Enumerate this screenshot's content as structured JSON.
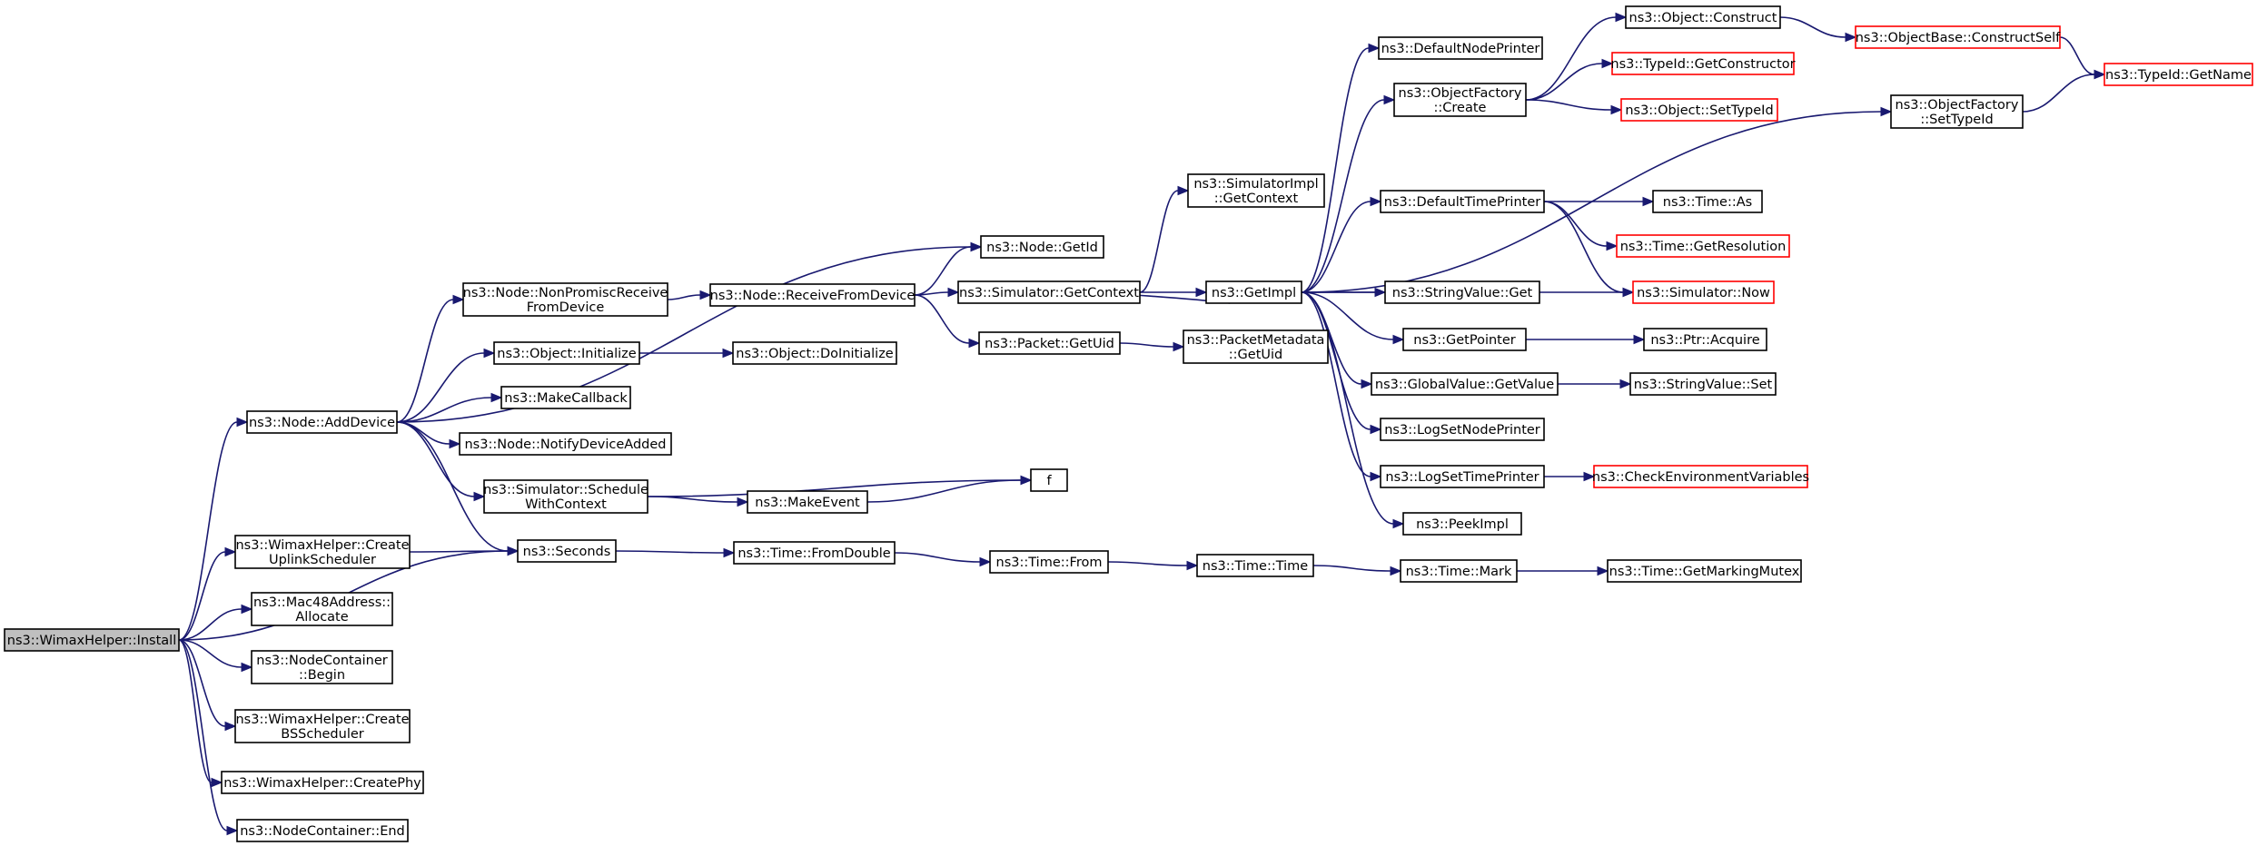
{
  "colors": {
    "edge": "#191970",
    "node_border": "#000000",
    "truncated_border": "#ff0000",
    "focus_fill": "#bfbfbf",
    "node_fill": "#ffffff"
  },
  "nodes": [
    {
      "id": "install",
      "lines": [
        "ns3::WimaxHelper::Install"
      ],
      "focus": true
    },
    {
      "id": "adddevice",
      "lines": [
        "ns3::Node::AddDevice"
      ]
    },
    {
      "id": "createuplink",
      "lines": [
        "ns3::WimaxHelper::Create",
        "UplinkScheduler"
      ]
    },
    {
      "id": "mac48",
      "lines": [
        "ns3::Mac48Address::",
        "Allocate"
      ]
    },
    {
      "id": "ncbegin",
      "lines": [
        "ns3::NodeContainer",
        "::Begin"
      ]
    },
    {
      "id": "createbs",
      "lines": [
        "ns3::WimaxHelper::Create",
        "BSScheduler"
      ]
    },
    {
      "id": "createphy",
      "lines": [
        "ns3::WimaxHelper::CreatePhy"
      ]
    },
    {
      "id": "ncend",
      "lines": [
        "ns3::NodeContainer::End"
      ]
    },
    {
      "id": "seconds",
      "lines": [
        "ns3::Seconds"
      ]
    },
    {
      "id": "nonpromisc",
      "lines": [
        "ns3::Node::NonPromiscReceive",
        "FromDevice"
      ]
    },
    {
      "id": "objinit",
      "lines": [
        "ns3::Object::Initialize"
      ]
    },
    {
      "id": "makecallback",
      "lines": [
        "ns3::MakeCallback"
      ]
    },
    {
      "id": "notifydev",
      "lines": [
        "ns3::Node::NotifyDeviceAdded"
      ]
    },
    {
      "id": "schedctx",
      "lines": [
        "ns3::Simulator::Schedule",
        "WithContext"
      ]
    },
    {
      "id": "getid",
      "lines": [
        "ns3::Node::GetId"
      ]
    },
    {
      "id": "recvfromdev",
      "lines": [
        "ns3::Node::ReceiveFromDevice"
      ]
    },
    {
      "id": "doinit",
      "lines": [
        "ns3::Object::DoInitialize"
      ]
    },
    {
      "id": "makeevent",
      "lines": [
        "ns3::MakeEvent"
      ]
    },
    {
      "id": "f",
      "lines": [
        "f"
      ]
    },
    {
      "id": "fromdouble",
      "lines": [
        "ns3::Time::FromDouble"
      ]
    },
    {
      "id": "simgetctx",
      "lines": [
        "ns3::Simulator::GetContext"
      ]
    },
    {
      "id": "pktgetuid",
      "lines": [
        "ns3::Packet::GetUid"
      ]
    },
    {
      "id": "simimplgetctx",
      "lines": [
        "ns3::SimulatorImpl",
        "::GetContext"
      ]
    },
    {
      "id": "pktmetagetuid",
      "lines": [
        "ns3::PacketMetadata",
        "::GetUid"
      ]
    },
    {
      "id": "getimpl",
      "lines": [
        "ns3::GetImpl"
      ]
    },
    {
      "id": "timefrom",
      "lines": [
        "ns3::Time::From"
      ]
    },
    {
      "id": "timetime",
      "lines": [
        "ns3::Time::Time"
      ]
    },
    {
      "id": "timemark",
      "lines": [
        "ns3::Time::Mark"
      ]
    },
    {
      "id": "markingmutex",
      "lines": [
        "ns3::Time::GetMarkingMutex"
      ]
    },
    {
      "id": "defnodeprinter",
      "lines": [
        "ns3::DefaultNodePrinter"
      ]
    },
    {
      "id": "objfactcreate",
      "lines": [
        "ns3::ObjectFactory",
        "::Create"
      ]
    },
    {
      "id": "deftimeprinter",
      "lines": [
        "ns3::DefaultTimePrinter"
      ]
    },
    {
      "id": "strvalget",
      "lines": [
        "ns3::StringValue::Get"
      ]
    },
    {
      "id": "getpointer",
      "lines": [
        "ns3::GetPointer"
      ]
    },
    {
      "id": "globalgetvalue",
      "lines": [
        "ns3::GlobalValue::GetValue"
      ]
    },
    {
      "id": "logsetnode",
      "lines": [
        "ns3::LogSetNodePrinter"
      ]
    },
    {
      "id": "logsettime",
      "lines": [
        "ns3::LogSetTimePrinter"
      ]
    },
    {
      "id": "peekimpl",
      "lines": [
        "ns3::PeekImpl"
      ]
    },
    {
      "id": "objconstruct",
      "lines": [
        "ns3::Object::Construct"
      ]
    },
    {
      "id": "typeidgetctor",
      "lines": [
        "ns3::TypeId::GetConstructor"
      ],
      "truncated": true
    },
    {
      "id": "objsettypeid",
      "lines": [
        "ns3::Object::SetTypeId"
      ],
      "truncated": true
    },
    {
      "id": "timeas",
      "lines": [
        "ns3::Time::As"
      ]
    },
    {
      "id": "timegetres",
      "lines": [
        "ns3::Time::GetResolution"
      ],
      "truncated": true
    },
    {
      "id": "simnow",
      "lines": [
        "ns3::Simulator::Now"
      ],
      "truncated": true
    },
    {
      "id": "ptracquire",
      "lines": [
        "ns3::Ptr::Acquire"
      ]
    },
    {
      "id": "strvalset",
      "lines": [
        "ns3::StringValue::Set"
      ]
    },
    {
      "id": "checkenv",
      "lines": [
        "ns3::CheckEnvironmentVariables"
      ],
      "truncated": true
    },
    {
      "id": "objbaseconstructself",
      "lines": [
        "ns3::ObjectBase::ConstructSelf"
      ],
      "truncated": true
    },
    {
      "id": "objfactsettypeid",
      "lines": [
        "ns3::ObjectFactory",
        "::SetTypeId"
      ]
    },
    {
      "id": "typeidgetname",
      "lines": [
        "ns3::TypeId::GetName"
      ],
      "truncated": true
    }
  ],
  "edges": [
    {
      "from": "install",
      "to": "adddevice"
    },
    {
      "from": "install",
      "to": "seconds"
    },
    {
      "from": "install",
      "to": "createuplink"
    },
    {
      "from": "install",
      "to": "mac48"
    },
    {
      "from": "install",
      "to": "ncbegin"
    },
    {
      "from": "install",
      "to": "createbs"
    },
    {
      "from": "install",
      "to": "createphy"
    },
    {
      "from": "install",
      "to": "ncend"
    },
    {
      "from": "adddevice",
      "to": "getid"
    },
    {
      "from": "adddevice",
      "to": "nonpromisc"
    },
    {
      "from": "adddevice",
      "to": "objinit"
    },
    {
      "from": "adddevice",
      "to": "makecallback"
    },
    {
      "from": "adddevice",
      "to": "notifydev"
    },
    {
      "from": "adddevice",
      "to": "schedctx"
    },
    {
      "from": "adddevice",
      "to": "seconds"
    },
    {
      "from": "createuplink",
      "to": "seconds"
    },
    {
      "from": "nonpromisc",
      "to": "recvfromdev"
    },
    {
      "from": "recvfromdev",
      "to": "getid"
    },
    {
      "from": "recvfromdev",
      "to": "simgetctx"
    },
    {
      "from": "recvfromdev",
      "to": "pktgetuid"
    },
    {
      "from": "objinit",
      "to": "doinit"
    },
    {
      "from": "schedctx",
      "to": "f"
    },
    {
      "from": "schedctx",
      "to": "makeevent"
    },
    {
      "from": "makeevent",
      "to": "f"
    },
    {
      "from": "seconds",
      "to": "fromdouble"
    },
    {
      "from": "fromdouble",
      "to": "timefrom"
    },
    {
      "from": "timefrom",
      "to": "timetime"
    },
    {
      "from": "timetime",
      "to": "timemark"
    },
    {
      "from": "timemark",
      "to": "markingmutex"
    },
    {
      "from": "simgetctx",
      "to": "simimplgetctx"
    },
    {
      "from": "simgetctx",
      "to": "getimpl"
    },
    {
      "from": "pktgetuid",
      "to": "pktmetagetuid"
    },
    {
      "from": "getimpl",
      "to": "defnodeprinter"
    },
    {
      "from": "getimpl",
      "to": "objfactcreate"
    },
    {
      "from": "getimpl",
      "to": "objfactsettypeid"
    },
    {
      "from": "getimpl",
      "to": "deftimeprinter"
    },
    {
      "from": "getimpl",
      "to": "simnow"
    },
    {
      "from": "getimpl",
      "to": "strvalget"
    },
    {
      "from": "getimpl",
      "to": "getpointer"
    },
    {
      "from": "getimpl",
      "to": "globalgetvalue"
    },
    {
      "from": "getimpl",
      "to": "logsetnode"
    },
    {
      "from": "getimpl",
      "to": "logsettime"
    },
    {
      "from": "getimpl",
      "to": "peekimpl"
    },
    {
      "from": "getimpl",
      "to": "simgetctx"
    },
    {
      "from": "objfactcreate",
      "to": "objconstruct"
    },
    {
      "from": "objfactcreate",
      "to": "typeidgetctor"
    },
    {
      "from": "objfactcreate",
      "to": "objsettypeid"
    },
    {
      "from": "objconstruct",
      "to": "objbaseconstructself"
    },
    {
      "from": "objbaseconstructself",
      "to": "typeidgetname"
    },
    {
      "from": "objfactsettypeid",
      "to": "typeidgetname"
    },
    {
      "from": "deftimeprinter",
      "to": "timeas"
    },
    {
      "from": "deftimeprinter",
      "to": "timegetres"
    },
    {
      "from": "deftimeprinter",
      "to": "simnow"
    },
    {
      "from": "getpointer",
      "to": "ptracquire"
    },
    {
      "from": "globalgetvalue",
      "to": "strvalset"
    },
    {
      "from": "logsettime",
      "to": "checkenv"
    }
  ]
}
